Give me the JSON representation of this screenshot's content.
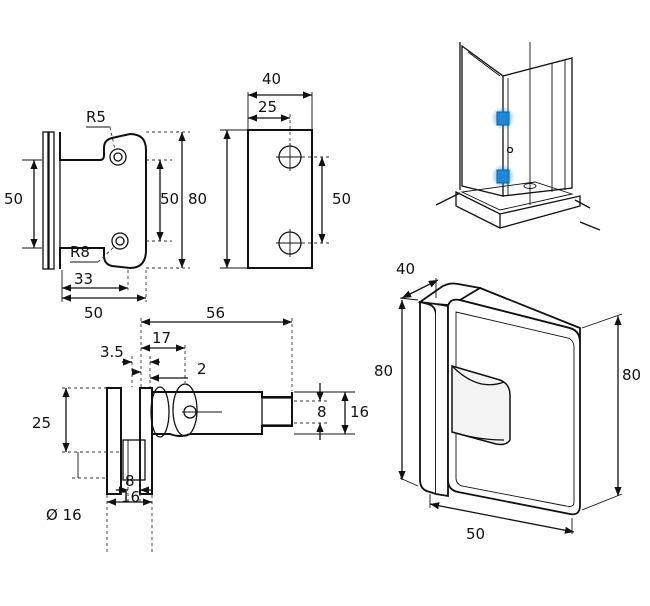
{
  "labels": {
    "front_r5": "R5",
    "front_r8": "R8",
    "front_h_inner_left": "50",
    "front_h_inner_right": "50",
    "front_h_outer": "80",
    "front_w_33": "33",
    "front_w_50": "50",
    "side_w_40": "40",
    "side_w_25": "25",
    "side_h_50": "50",
    "top_56": "56",
    "top_17": "17",
    "top_3_5": "3.5",
    "top_2": "2",
    "top_25": "25",
    "top_8_right": "8",
    "top_16_right": "16",
    "top_8_bottom": "8",
    "top_16_bottom": "16",
    "top_dia": "Ø 16",
    "iso_40": "40",
    "iso_80_left": "80",
    "iso_80_right": "80",
    "iso_50": "50"
  },
  "colors": {
    "line": "#111111",
    "highlight": "#1e88d8",
    "background": "#ffffff"
  },
  "icons": {
    "arrow": "arrowhead"
  }
}
